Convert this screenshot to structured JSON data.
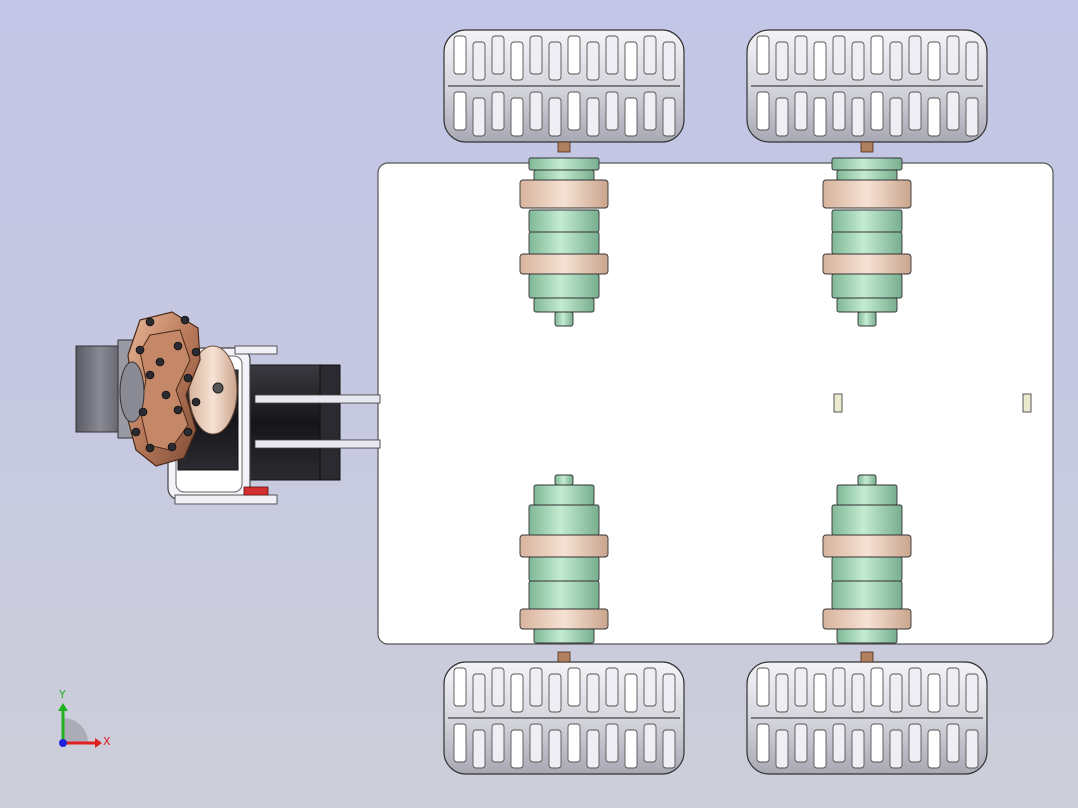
{
  "viewport": {
    "background_top": "#c3c6e6",
    "background_bottom": "#ccced8"
  },
  "model": {
    "plate_color": "#ffffff",
    "tire_color": "#dcdce4",
    "motor_color": "#a8d6bb",
    "collar_color": "#ecd3c2",
    "bracket_color": "#d9a080",
    "motor_body_color": "#1e1e22",
    "gearbox_color": "#6c6c76",
    "wheel_count": 4
  },
  "triad": {
    "x_label": "X",
    "y_label": "Y",
    "x_color": "#e02020",
    "y_color": "#20b020",
    "z_color": "#2020e0"
  }
}
